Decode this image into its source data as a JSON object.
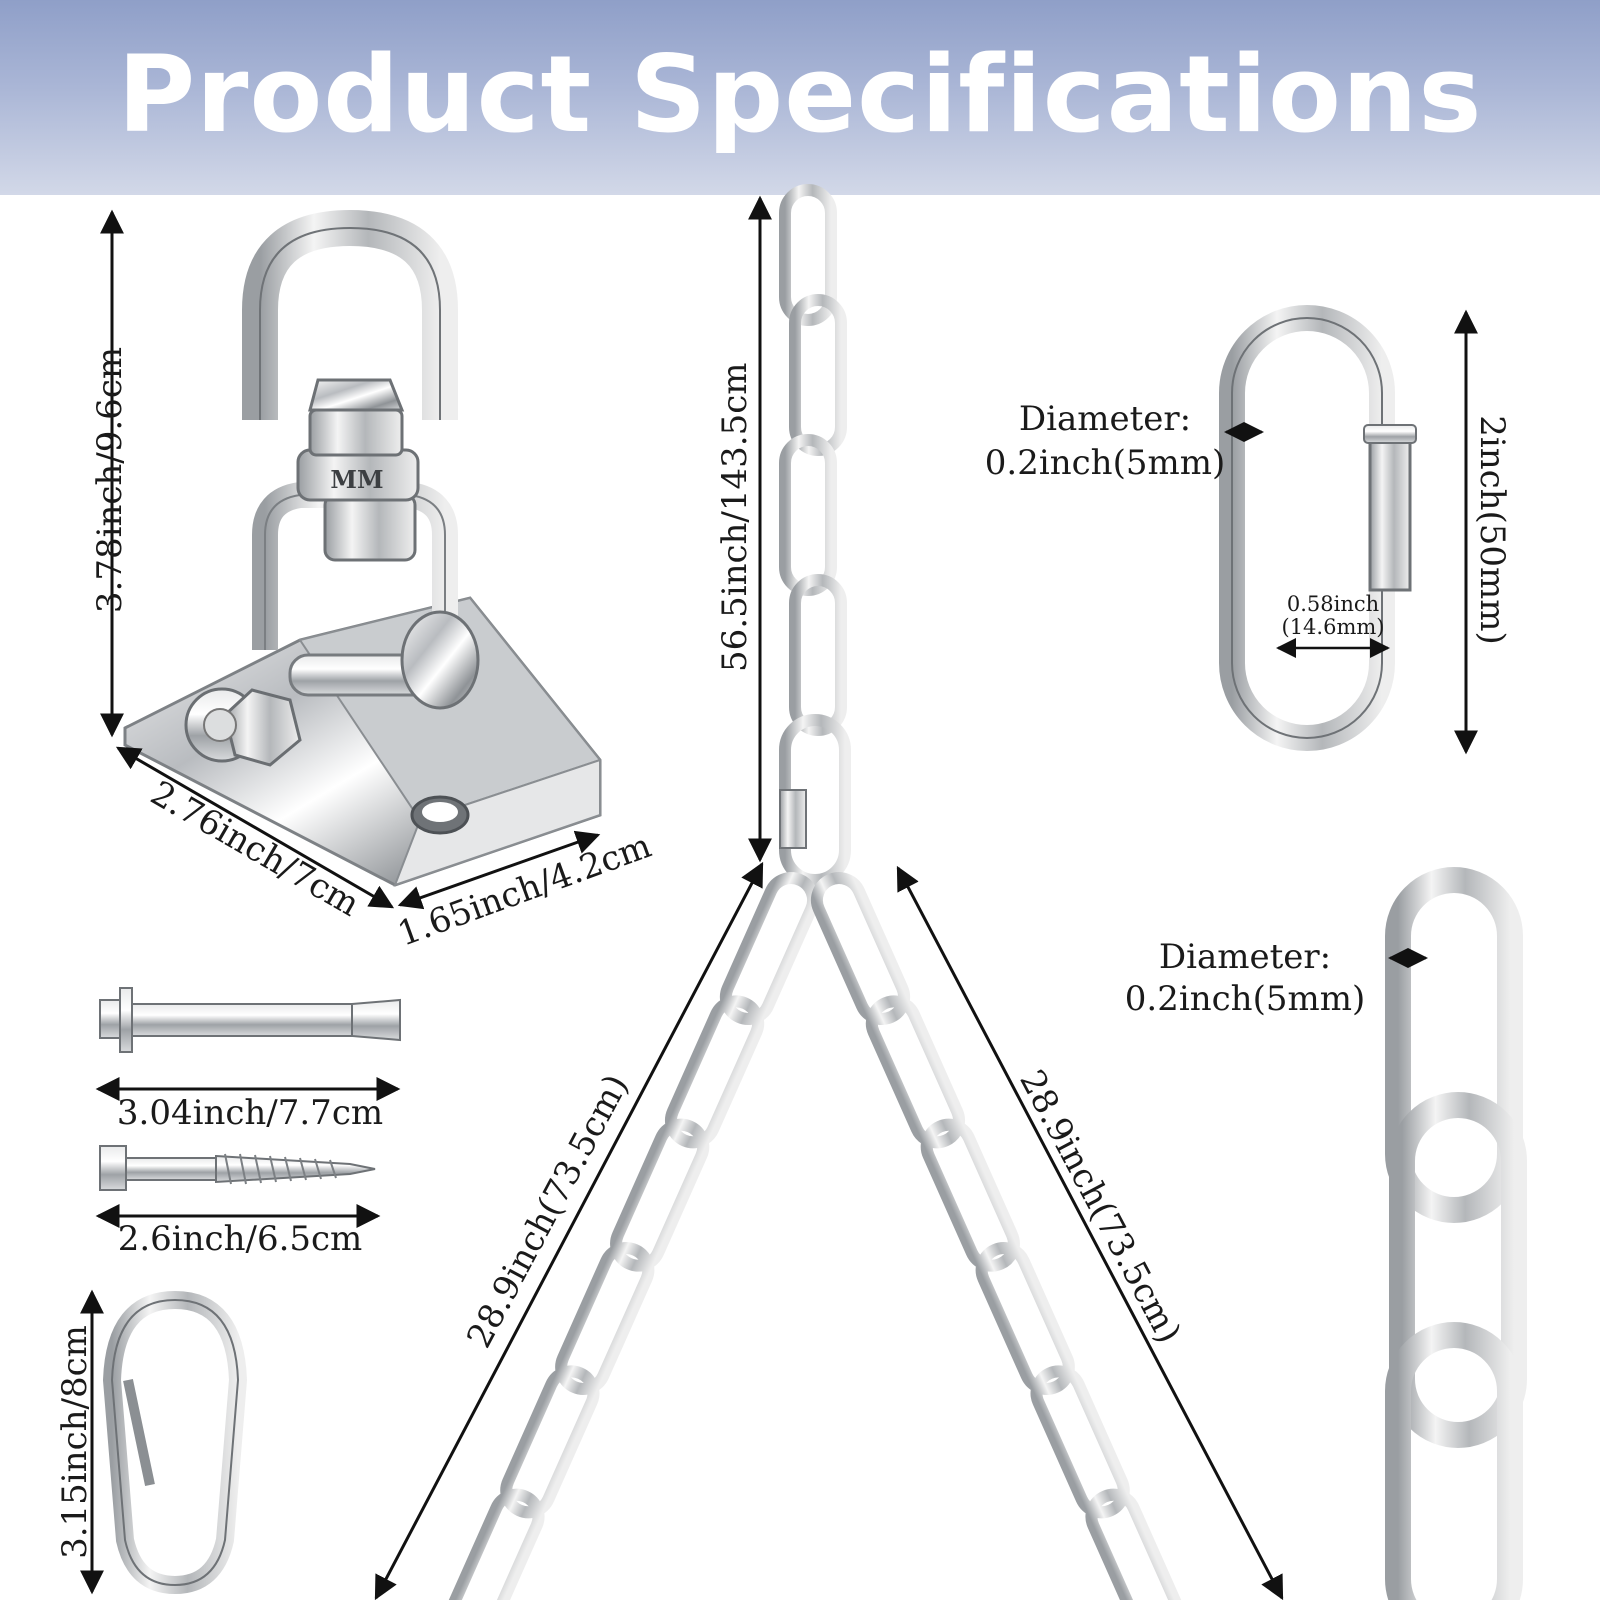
{
  "header": {
    "title": "Product Specifications"
  },
  "swivel_hanger": {
    "height": "3.78inch/9.6cm",
    "length": "2.76inch/7cm",
    "width": "1.65inch/4.2cm",
    "stamp": "MM"
  },
  "expansion_bolt": {
    "length": "3.04inch/7.7cm"
  },
  "lag_screw": {
    "length": "2.6inch/6.5cm"
  },
  "spring_snap_hook": {
    "length": "3.15inch/8cm"
  },
  "main_chain": {
    "length": "56.5inch/143.5cm"
  },
  "branch_chains": {
    "left_length": "28.9inch(73.5cm)",
    "right_length": "28.9inch(73.5cm)"
  },
  "quick_link": {
    "diameter_title": "Diameter:",
    "diameter_value": "0.2inch(5mm)",
    "length": "2inch(50mm)",
    "opening_inch": "0.58inch",
    "opening_mm": "(14.6mm)"
  },
  "chain_link_detail": {
    "diameter_title": "Diameter:",
    "diameter_value": "0.2inch(5mm)"
  }
}
